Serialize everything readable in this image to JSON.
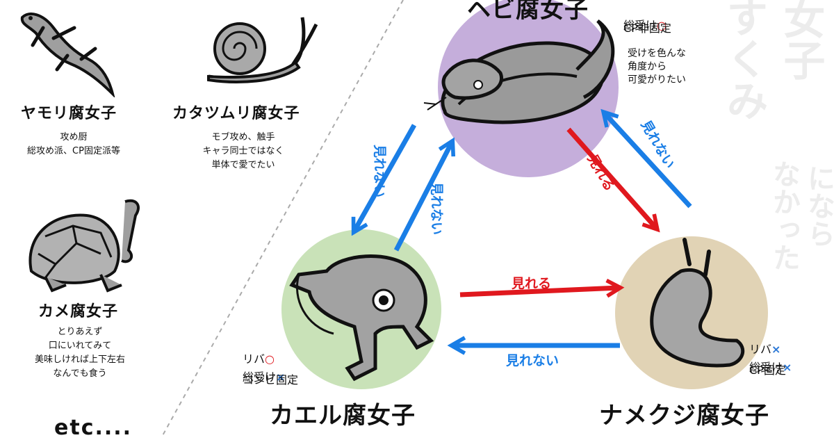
{
  "background_text": {
    "col1": "女子",
    "col2": "すくみ",
    "col3": "になら",
    "col4": "なかった"
  },
  "left": {
    "gecko": {
      "title": "ヤモリ腐女子",
      "desc": "攻め厨\n総攻め派、CP固定派等"
    },
    "snail": {
      "title": "カタツムリ腐女子",
      "desc": "モブ攻め、触手\nキャラ同士ではなく\n単体で愛でたい"
    },
    "turtle": {
      "title": "カメ腐女子",
      "desc": "とりあえず\n口にいれてみて\n美味しければ上下左右\nなんでも食う"
    },
    "etc": "etc...."
  },
  "snake": {
    "title": "ヘビ腐女子",
    "note1a": "総受け",
    "note1a_mark": "○",
    "note1b": "CP非固定",
    "note2": "受けを色んな\n角度から\n可愛がりたい",
    "color": "#c5aedb"
  },
  "frog": {
    "title": "カエル腐女子",
    "line1": "リバ",
    "line1_mark": "○",
    "line2": "総受け",
    "line2_mark": "×",
    "line3": "コンビ固定",
    "color": "#c9e2b8"
  },
  "slug": {
    "title": "ナメクジ腐女子",
    "line1": "リバ",
    "line1_mark": "×",
    "line2": "総受け",
    "line2_mark": "×",
    "line3": "CP固定",
    "color": "#e1d3b5"
  },
  "arrows": {
    "can_see": "見れる",
    "cannot_see": "見れない",
    "red": "#e0181e",
    "blue": "#1a7ee6",
    "mark_red": "#e0181e",
    "mark_blue": "#2a77d6"
  }
}
